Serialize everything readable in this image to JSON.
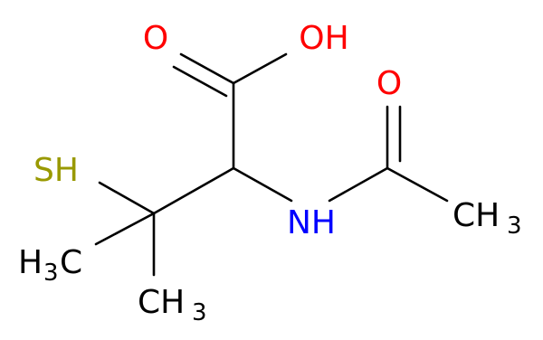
{
  "molecule": {
    "colors": {
      "bond": "#000000",
      "O": "#ff0000",
      "N": "#0000ff",
      "S": "#999900",
      "C": "#000000"
    },
    "labels": {
      "carbonyl_o": "O",
      "hydroxyl_o": "OH",
      "amide_o": "O",
      "nh": "NH",
      "sh": "SH",
      "ch3_right_main": "CH",
      "ch3_right_sub": "3",
      "ch3_left_h": "H",
      "ch3_left_sub": "3",
      "ch3_left_c": "C",
      "ch3_bottom_main": "CH",
      "ch3_bottom_sub": "3"
    }
  }
}
